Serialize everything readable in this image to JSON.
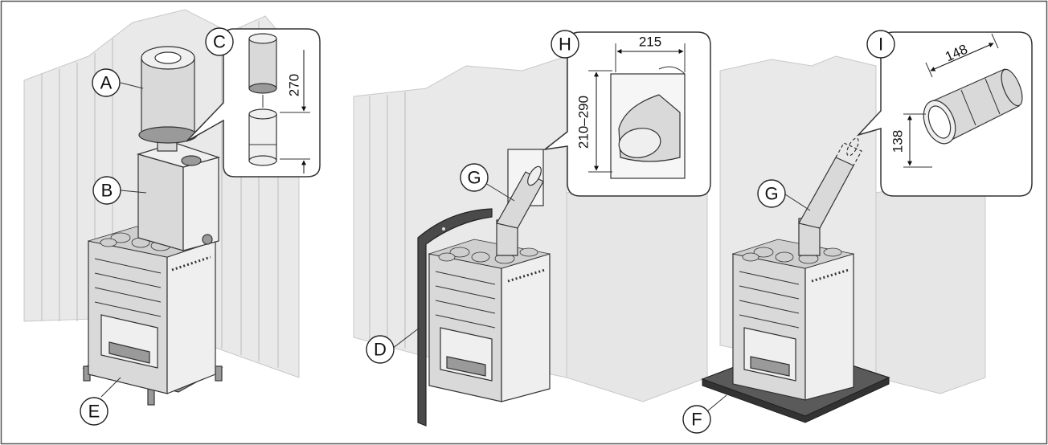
{
  "labels": {
    "A": "A",
    "B": "B",
    "C": "C",
    "D": "D",
    "E": "E",
    "F": "F",
    "G1": "G",
    "G2": "G",
    "H": "H",
    "I": "I"
  },
  "dimensions": {
    "c_height": "270",
    "h_width": "215",
    "h_height": "210–290",
    "i_length": "148",
    "i_diameter": "138"
  }
}
